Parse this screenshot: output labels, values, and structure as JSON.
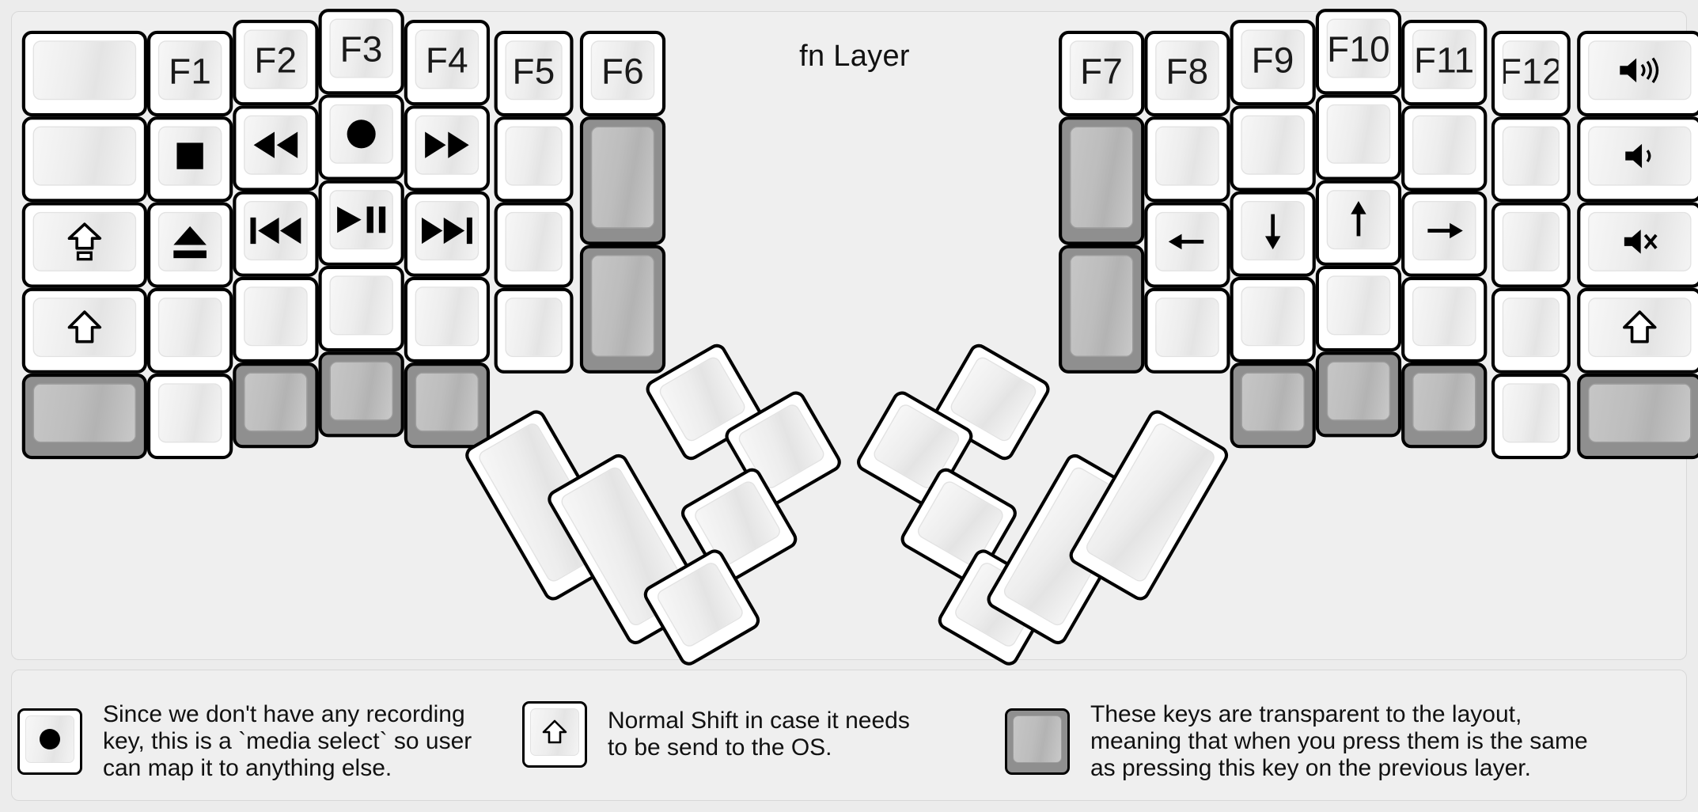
{
  "title": "fn Layer",
  "palette": {
    "page_bg": "#ececec",
    "panel_bg": "#efefef",
    "key_fill": "#ffffff",
    "key_border": "#000000",
    "transparent_key_fill": "#8f8f8f",
    "text": "#111111"
  },
  "glyphs": {
    "stop": "■",
    "record": "●",
    "eject": "⏏",
    "rewind": "◀◀",
    "fast_forward": "▶▶",
    "prev_track": "◀◀|",
    "play_pause": "▶❙❙",
    "next_track": "▶▶|",
    "caps_lock": "⇧",
    "shift": "⇧",
    "arrow_left": "←",
    "arrow_down": "↓",
    "arrow_up": "↑",
    "arrow_right": "→",
    "volume_up": "🔊",
    "volume_down": "🔉",
    "mute": "🔇"
  },
  "keyboard": {
    "name": "split-ergonomic-keyboard",
    "left_half": {
      "name": "left-half",
      "columns": [
        {
          "name": "col-left-outer",
          "width_units": 1.5,
          "keys": [
            {
              "name": "key-blank-r1c1",
              "label": "",
              "icon": "",
              "transparent": false
            },
            {
              "name": "key-blank-r2c1",
              "label": "",
              "icon": "",
              "transparent": false
            },
            {
              "name": "key-caps-lock",
              "label": "",
              "icon": "caps-lock-icon",
              "transparent": false
            },
            {
              "name": "key-shift-left",
              "label": "",
              "icon": "shift-icon",
              "transparent": false
            },
            {
              "name": "key-transparent-r5c1",
              "label": "",
              "icon": "",
              "transparent": true
            }
          ]
        },
        {
          "name": "col-pinky",
          "width_units": 1,
          "keys": [
            {
              "name": "key-f1",
              "label": "F1",
              "icon": "",
              "transparent": false
            },
            {
              "name": "key-media-stop",
              "label": "",
              "icon": "stop-icon",
              "transparent": false
            },
            {
              "name": "key-media-eject",
              "label": "",
              "icon": "eject-icon",
              "transparent": false
            },
            {
              "name": "key-blank-r4c2",
              "label": "",
              "icon": "",
              "transparent": false
            },
            {
              "name": "key-blank-r5c2",
              "label": "",
              "icon": "",
              "transparent": false
            }
          ]
        },
        {
          "name": "col-ring",
          "width_units": 1,
          "keys": [
            {
              "name": "key-f2",
              "label": "F2",
              "icon": "",
              "transparent": false
            },
            {
              "name": "key-media-rewind",
              "label": "",
              "icon": "rewind-icon",
              "transparent": false
            },
            {
              "name": "key-media-prev-track",
              "label": "",
              "icon": "prev-track-icon",
              "transparent": false
            },
            {
              "name": "key-blank-r4c3",
              "label": "",
              "icon": "",
              "transparent": false
            },
            {
              "name": "key-transparent-r5c3",
              "label": "",
              "icon": "",
              "transparent": true
            }
          ]
        },
        {
          "name": "col-middle",
          "width_units": 1,
          "keys": [
            {
              "name": "key-f3",
              "label": "F3",
              "icon": "",
              "transparent": false
            },
            {
              "name": "key-media-record",
              "label": "",
              "icon": "record-icon",
              "transparent": false
            },
            {
              "name": "key-media-play-pause",
              "label": "",
              "icon": "play-pause-icon",
              "transparent": false
            },
            {
              "name": "key-blank-r4c4",
              "label": "",
              "icon": "",
              "transparent": false
            },
            {
              "name": "key-transparent-r5c4",
              "label": "",
              "icon": "",
              "transparent": true
            }
          ]
        },
        {
          "name": "col-index",
          "width_units": 1,
          "keys": [
            {
              "name": "key-f4",
              "label": "F4",
              "icon": "",
              "transparent": false
            },
            {
              "name": "key-media-fast-forward",
              "label": "",
              "icon": "fast-forward-icon",
              "transparent": false
            },
            {
              "name": "key-media-next-track",
              "label": "",
              "icon": "next-track-icon",
              "transparent": false
            },
            {
              "name": "key-blank-r4c5",
              "label": "",
              "icon": "",
              "transparent": false
            },
            {
              "name": "key-transparent-r5c5",
              "label": "",
              "icon": "",
              "transparent": true
            }
          ]
        },
        {
          "name": "col-index-inner",
          "width_units": 1,
          "keys": [
            {
              "name": "key-f5",
              "label": "F5",
              "icon": "",
              "transparent": false
            },
            {
              "name": "key-blank-r2c6",
              "label": "",
              "icon": "",
              "transparent": false
            },
            {
              "name": "key-blank-r3c6",
              "label": "",
              "icon": "",
              "transparent": false
            },
            {
              "name": "key-blank-r4c6",
              "label": "",
              "icon": "",
              "transparent": false
            }
          ]
        },
        {
          "name": "col-left-inner",
          "width_units": 1,
          "keys": [
            {
              "name": "key-f6",
              "label": "F6",
              "icon": "",
              "transparent": false
            },
            {
              "name": "key-transparent-inner-1",
              "label": "",
              "icon": "",
              "transparent": true
            },
            {
              "name": "key-transparent-inner-2",
              "label": "",
              "icon": "",
              "transparent": true
            }
          ]
        }
      ],
      "thumb_cluster": {
        "name": "left-thumb-cluster",
        "keys": [
          {
            "name": "thumb-left-big-1",
            "label": "",
            "icon": "",
            "transparent": false
          },
          {
            "name": "thumb-left-big-2",
            "label": "",
            "icon": "",
            "transparent": false
          },
          {
            "name": "thumb-left-small-top",
            "label": "",
            "icon": "",
            "transparent": false
          },
          {
            "name": "thumb-left-small-right",
            "label": "",
            "icon": "",
            "transparent": false
          },
          {
            "name": "thumb-left-small-mid",
            "label": "",
            "icon": "",
            "transparent": false
          },
          {
            "name": "thumb-left-small-bottom",
            "label": "",
            "icon": "",
            "transparent": false
          }
        ]
      }
    },
    "right_half": {
      "name": "right-half",
      "columns": [
        {
          "name": "col-right-inner",
          "width_units": 1,
          "keys": [
            {
              "name": "key-f7",
              "label": "F7",
              "icon": "",
              "transparent": false
            },
            {
              "name": "key-transparent-rinner-1",
              "label": "",
              "icon": "",
              "transparent": true
            },
            {
              "name": "key-transparent-rinner-2",
              "label": "",
              "icon": "",
              "transparent": true
            }
          ]
        },
        {
          "name": "col-right-index-inner",
          "width_units": 1,
          "keys": [
            {
              "name": "key-f8",
              "label": "F8",
              "icon": "",
              "transparent": false
            },
            {
              "name": "key-blank-r2rc2",
              "label": "",
              "icon": "",
              "transparent": false
            },
            {
              "name": "key-arrow-left",
              "label": "",
              "icon": "arrow-left-icon",
              "transparent": false
            },
            {
              "name": "key-blank-r4rc2",
              "label": "",
              "icon": "",
              "transparent": false
            }
          ]
        },
        {
          "name": "col-right-index",
          "width_units": 1,
          "keys": [
            {
              "name": "key-f9",
              "label": "F9",
              "icon": "",
              "transparent": false
            },
            {
              "name": "key-blank-r2rc3",
              "label": "",
              "icon": "",
              "transparent": false
            },
            {
              "name": "key-arrow-down",
              "label": "",
              "icon": "arrow-down-icon",
              "transparent": false
            },
            {
              "name": "key-blank-r4rc3",
              "label": "",
              "icon": "",
              "transparent": false
            },
            {
              "name": "key-transparent-r5rc3",
              "label": "",
              "icon": "",
              "transparent": true
            }
          ]
        },
        {
          "name": "col-right-middle",
          "width_units": 1,
          "keys": [
            {
              "name": "key-f10",
              "label": "F10",
              "icon": "",
              "transparent": false
            },
            {
              "name": "key-blank-r2rc4",
              "label": "",
              "icon": "",
              "transparent": false
            },
            {
              "name": "key-arrow-up",
              "label": "",
              "icon": "arrow-up-icon",
              "transparent": false
            },
            {
              "name": "key-blank-r4rc4",
              "label": "",
              "icon": "",
              "transparent": false
            },
            {
              "name": "key-transparent-r5rc4",
              "label": "",
              "icon": "",
              "transparent": true
            }
          ]
        },
        {
          "name": "col-right-ring",
          "width_units": 1,
          "keys": [
            {
              "name": "key-f11",
              "label": "F11",
              "icon": "",
              "transparent": false
            },
            {
              "name": "key-blank-r2rc5",
              "label": "",
              "icon": "",
              "transparent": false
            },
            {
              "name": "key-arrow-right",
              "label": "",
              "icon": "arrow-right-icon",
              "transparent": false
            },
            {
              "name": "key-blank-r4rc5",
              "label": "",
              "icon": "",
              "transparent": false
            },
            {
              "name": "key-transparent-r5rc5",
              "label": "",
              "icon": "",
              "transparent": true
            }
          ]
        },
        {
          "name": "col-right-pinky",
          "width_units": 1,
          "keys": [
            {
              "name": "key-f12",
              "label": "F12",
              "icon": "",
              "transparent": false
            },
            {
              "name": "key-blank-r2rc6",
              "label": "",
              "icon": "",
              "transparent": false
            },
            {
              "name": "key-blank-r3rc6",
              "label": "",
              "icon": "",
              "transparent": false
            },
            {
              "name": "key-blank-r4rc6",
              "label": "",
              "icon": "",
              "transparent": false
            },
            {
              "name": "key-blank-r5rc6",
              "label": "",
              "icon": "",
              "transparent": false
            }
          ]
        },
        {
          "name": "col-right-outer",
          "width_units": 1.5,
          "keys": [
            {
              "name": "key-volume-up",
              "label": "",
              "icon": "volume-up-icon",
              "transparent": false
            },
            {
              "name": "key-volume-down",
              "label": "",
              "icon": "volume-down-icon",
              "transparent": false
            },
            {
              "name": "key-mute",
              "label": "",
              "icon": "mute-icon",
              "transparent": false
            },
            {
              "name": "key-shift-right",
              "label": "",
              "icon": "shift-icon",
              "transparent": false
            },
            {
              "name": "key-transparent-r5rc7",
              "label": "",
              "icon": "",
              "transparent": true
            }
          ]
        }
      ],
      "thumb_cluster": {
        "name": "right-thumb-cluster",
        "keys": [
          {
            "name": "thumb-right-small-top",
            "label": "",
            "icon": "",
            "transparent": false
          },
          {
            "name": "thumb-right-small-left",
            "label": "",
            "icon": "",
            "transparent": false
          },
          {
            "name": "thumb-right-small-mid",
            "label": "",
            "icon": "",
            "transparent": false
          },
          {
            "name": "thumb-right-small-bottom",
            "label": "",
            "icon": "",
            "transparent": false
          },
          {
            "name": "thumb-right-big-1",
            "label": "",
            "icon": "",
            "transparent": false
          },
          {
            "name": "thumb-right-big-2",
            "label": "",
            "icon": "",
            "transparent": false
          }
        ]
      }
    }
  },
  "legend": {
    "items": [
      {
        "name": "legend-media-select",
        "key_icon": "record-icon",
        "transparent": false,
        "text": "Since we don't have any recording\nkey, this is a `media select` so user\ncan map it to anything else."
      },
      {
        "name": "legend-normal-shift",
        "key_icon": "shift-icon",
        "transparent": false,
        "text": "Normal Shift in case it needs\nto be send to the OS."
      },
      {
        "name": "legend-transparent-keys",
        "key_icon": "",
        "transparent": true,
        "text": "These keys are transparent to the layout,\nmeaning that when you press them is the same\nas pressing this key on the previous layer."
      }
    ]
  }
}
